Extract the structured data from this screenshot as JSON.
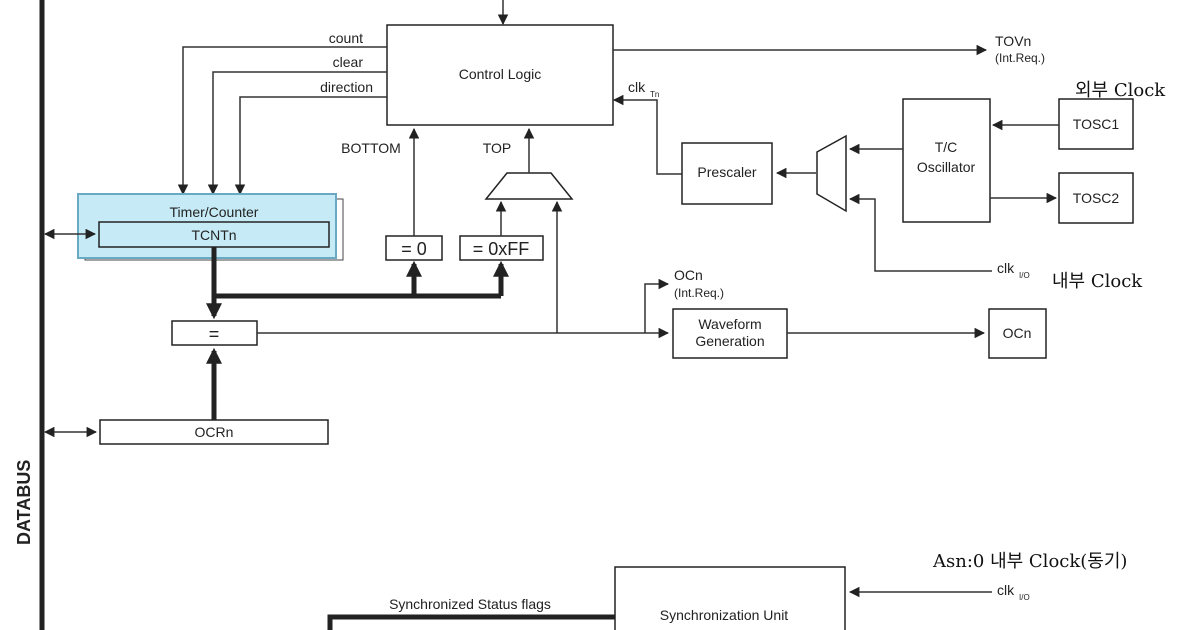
{
  "diagram": {
    "blocks": {
      "control_logic": "Control Logic",
      "prescaler": "Prescaler",
      "tc_oscillator_line1": "T/C",
      "tc_oscillator_line2": "Oscillator",
      "tosc1": "TOSC1",
      "tosc2": "TOSC2",
      "timer_counter": "Timer/Counter",
      "tcnt": "TCNTn",
      "eq_zero": "= 0",
      "eq_ff": "= 0xFF",
      "comparator": "=",
      "ocr": "OCRn",
      "waveform_line1": "Waveform",
      "waveform_line2": "Generation",
      "ocn_out": "OCn",
      "sync_unit": "Synchronization Unit"
    },
    "signals": {
      "count": "count",
      "clear": "clear",
      "direction": "direction",
      "bottom": "BOTTOM",
      "top": "TOP",
      "tovn": "TOVn",
      "tovn_req": "(Int.Req.)",
      "clk_tn": "clk",
      "clk_tn_sub": "Tn",
      "clk_io": "clk",
      "clk_io_sub": "I/O",
      "ocn_int": "OCn",
      "ocn_int_req": "(Int.Req.)",
      "sync_flags": "Synchronized Status flags",
      "databus": "DATABUS"
    },
    "annotations": {
      "external_clock": "외부 Clock",
      "internal_clock": "내부 Clock",
      "asn_internal": "Asn:0 내부 Clock(동기)"
    },
    "colors": {
      "highlight_fill": "#c6ebf6",
      "highlight_stroke": "#6aa9c2"
    }
  }
}
